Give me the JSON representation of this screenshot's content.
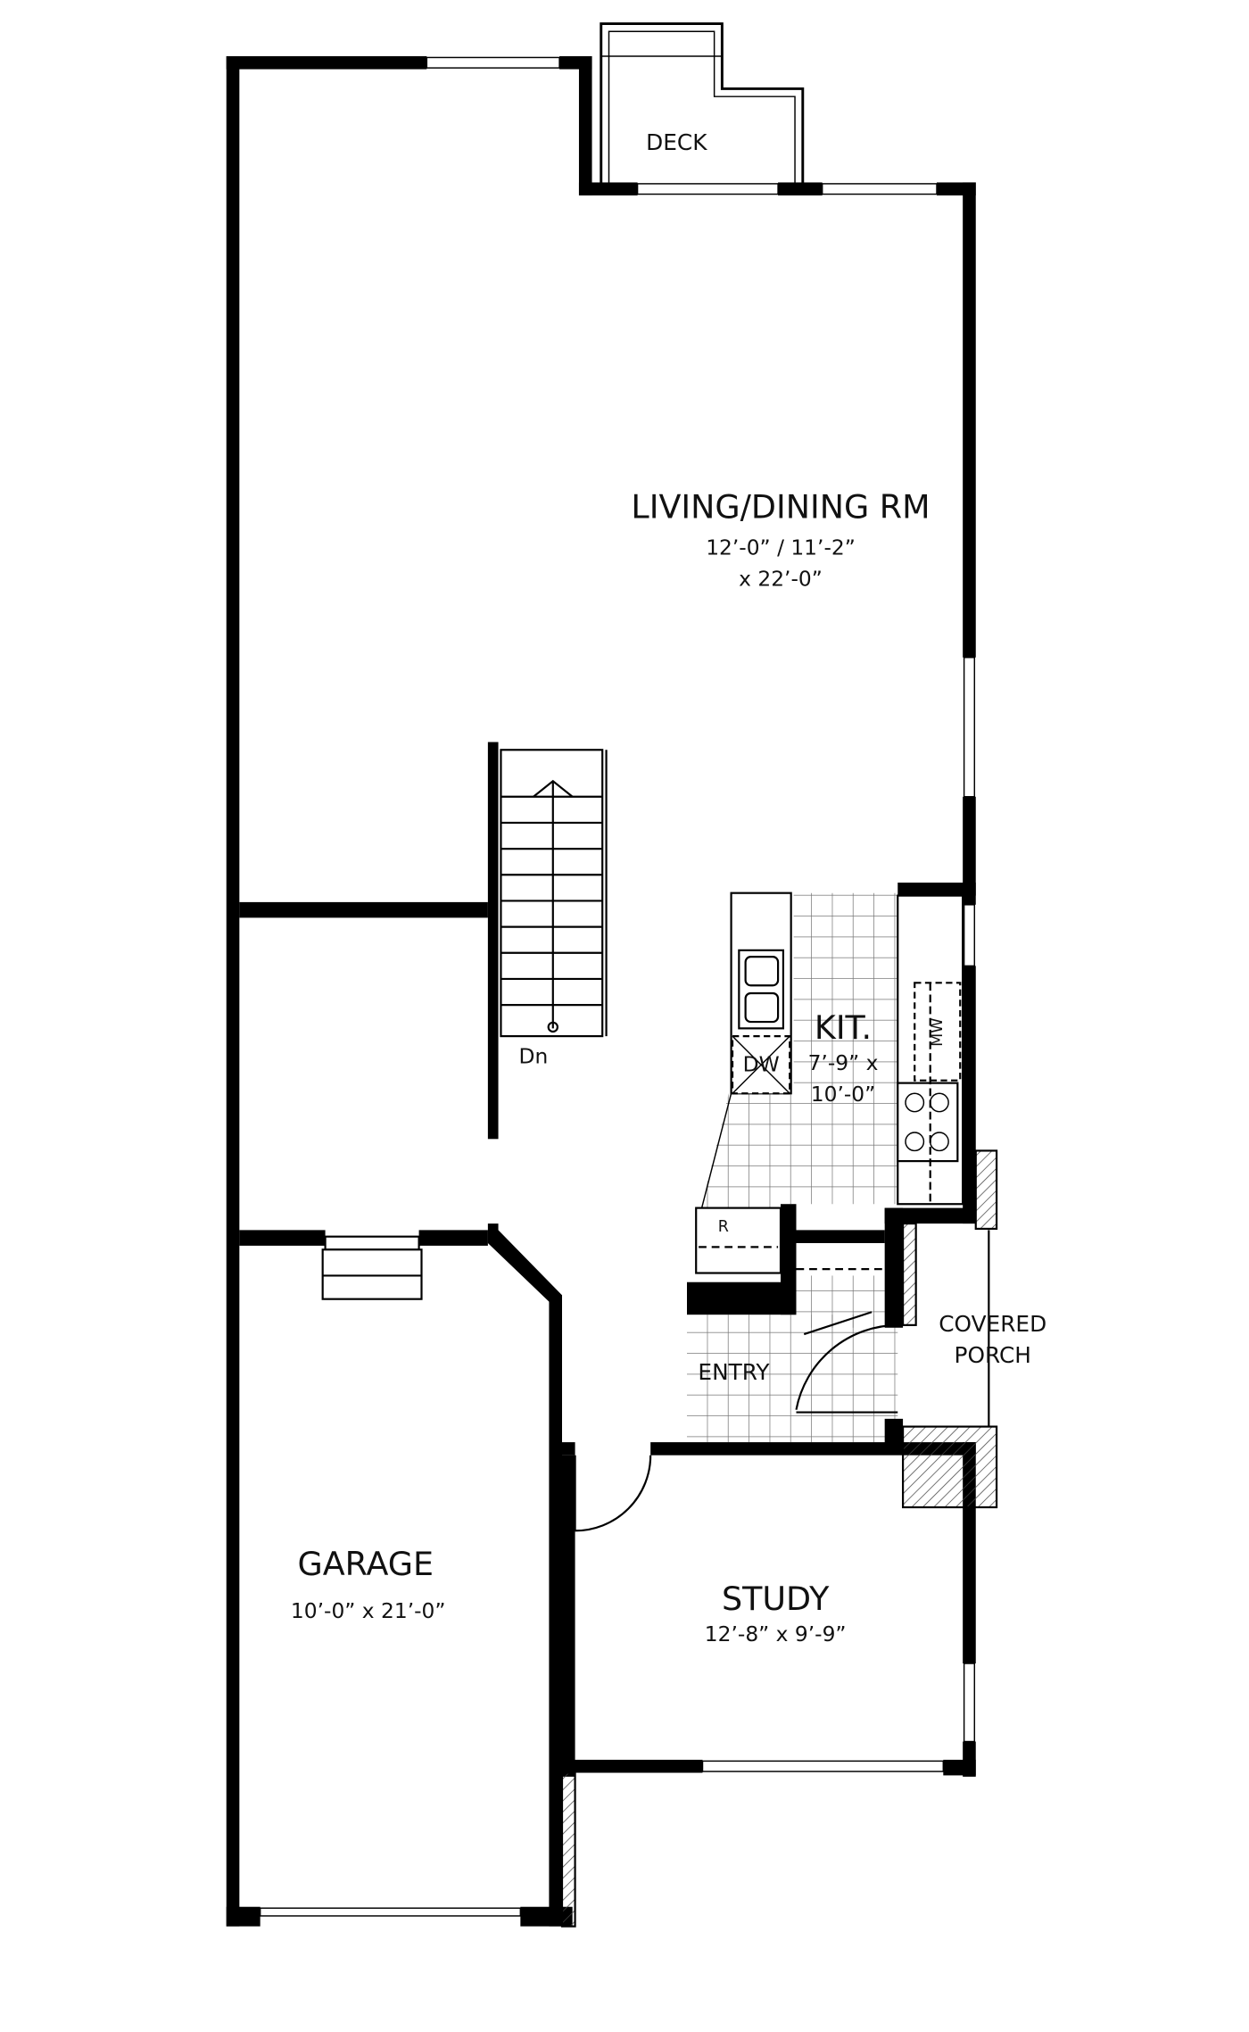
{
  "rooms": {
    "deck": {
      "name": "DECK"
    },
    "living": {
      "name": "LIVING/DINING RM",
      "dim1": "12’-0” / 11’-2”",
      "dim2": "x 22’-0”"
    },
    "kitchen": {
      "name": "KIT.",
      "dim1": "7’-9” x",
      "dim2": "10’-0”"
    },
    "garage": {
      "name": "GARAGE",
      "dim": "10’-0” x 21’-0”"
    },
    "study": {
      "name": "STUDY",
      "dim": "12’-8” x 9’-9”"
    },
    "entry": {
      "name": "ENTRY"
    },
    "porch": {
      "line1": "COVERED",
      "line2": "PORCH"
    }
  },
  "fixtures": {
    "stairs": "Dn",
    "dishwasher": "DW",
    "microwave": "MW",
    "fridge": "R"
  },
  "colors": {
    "wall": "#000000",
    "line": "#111111",
    "background": "#ffffff"
  }
}
